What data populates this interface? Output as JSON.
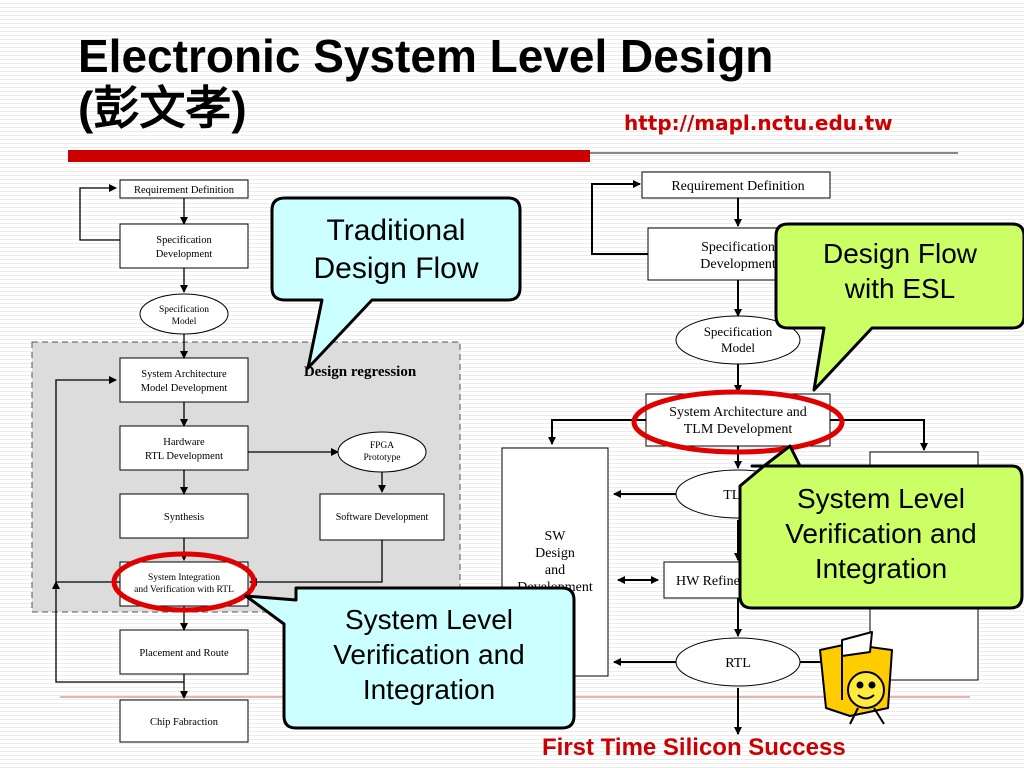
{
  "slide": {
    "title_line1": "Electronic System Level Design",
    "title_line2": "(彭文孝)",
    "url": "http://mapl.nctu.edu.tw",
    "footer": "First Time Silicon Success"
  },
  "traditional_flow": {
    "requirement": "Requirement Definition",
    "spec_dev": [
      "Specification",
      "Development"
    ],
    "spec_model": [
      "Specification",
      "Model"
    ],
    "sys_arch": [
      "System Architecture",
      "Model Development"
    ],
    "hw_rtl": [
      "Hardware",
      "RTL Development"
    ],
    "fpga": [
      "FPGA",
      "Prototype"
    ],
    "synthesis": "Synthesis",
    "software_dev": "Software Development",
    "sys_integration": [
      "System Integration",
      "and Verification with RTL"
    ],
    "placement": "Placement and Route",
    "chip_fab": "Chip Fabraction",
    "regression_label": "Design regression"
  },
  "esl_flow": {
    "requirement": "Requirement Definition",
    "spec_dev": [
      "Specification",
      "Development"
    ],
    "spec_model": [
      "Specification",
      "Model"
    ],
    "sys_arch": [
      "System Architecture and",
      "TLM Development"
    ],
    "sw_design": [
      "SW",
      "Design",
      "and",
      "Development"
    ],
    "tlm": "TLM",
    "hw_ref": "HW  Refinement",
    "rtl": "RTL"
  },
  "callouts": {
    "traditional": [
      "Traditional",
      "Design Flow"
    ],
    "esl": [
      "Design Flow",
      "with ESL"
    ],
    "verification_left": [
      "System Level",
      "Verification and",
      "Integration"
    ],
    "verification_right": [
      "System Level",
      "Verification and",
      "Integration"
    ]
  },
  "colors": {
    "accent_red": "#cc0000",
    "callout_blue": "#ccffff",
    "callout_green": "#ccff66",
    "regression_grey": "#dcdcdc",
    "highlight_red": "#e00000"
  },
  "icons": {
    "mascot": "smiley-flag-mascot"
  }
}
